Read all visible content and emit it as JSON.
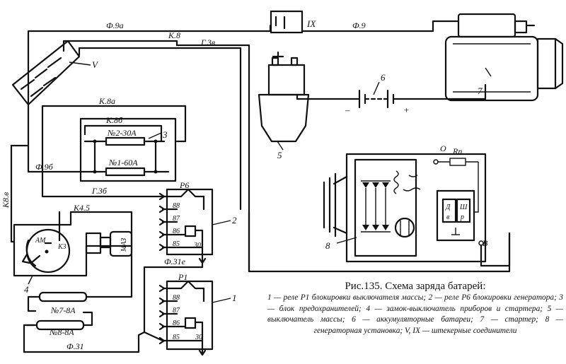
{
  "wire_labels": {
    "f9a": "Ф.9а",
    "k8": "К.8",
    "g3v": "Г.3в",
    "f9": "Ф.9",
    "k8a": "К.8а",
    "k8b": "К.8б",
    "f9b": "Ф.9б",
    "g3b": "Г.3б",
    "k8v": "К8.в",
    "k45": "К4.5",
    "f31e": "Ф.31е",
    "f31": "Ф.31"
  },
  "connectors": {
    "v": "V",
    "ix": "IX"
  },
  "fuse_block": {
    "fuse2": "№2-30А",
    "fuse1": "№1-60А",
    "ref": "3"
  },
  "fuses": {
    "fuse7": "№7-8А",
    "fuse8": "№8-8А"
  },
  "relay_r6": {
    "name": "Р6",
    "ref": "2",
    "pins": [
      "88",
      "87",
      "86",
      "85",
      "30"
    ]
  },
  "relay_r1": {
    "name": "Р1",
    "ref": "1",
    "pins": [
      "88",
      "87",
      "86",
      "85",
      "30"
    ]
  },
  "ignition_switch": {
    "am": "АМ",
    "k3": "К3",
    "key": "МАЗ",
    "ref": "4"
  },
  "battery": {
    "ref": "6",
    "minus": "–",
    "plus": "+"
  },
  "mass_switch": {
    "ref": "5"
  },
  "starter": {
    "ref": "7"
  },
  "generator": {
    "ref": "8",
    "o": "О",
    "rp": "Rп",
    "b": "В",
    "d": "Д",
    "v": "в",
    "sh": "Ш",
    "r": "р"
  },
  "caption": {
    "title": "Рис.135. Схема заряда батарей:",
    "text": "1 — реле Р1 блокировки выключателя массы; 2 — реле Р6 блокировки генератора; 3 — блок предохранителей; 4 — замок-выключатель приборов и стартера; 5 — выключатель массы; 6 — аккумуляторные батареи; 7 — стартер; 8 — генераторная установка; V, IX — штекерные соединители"
  }
}
